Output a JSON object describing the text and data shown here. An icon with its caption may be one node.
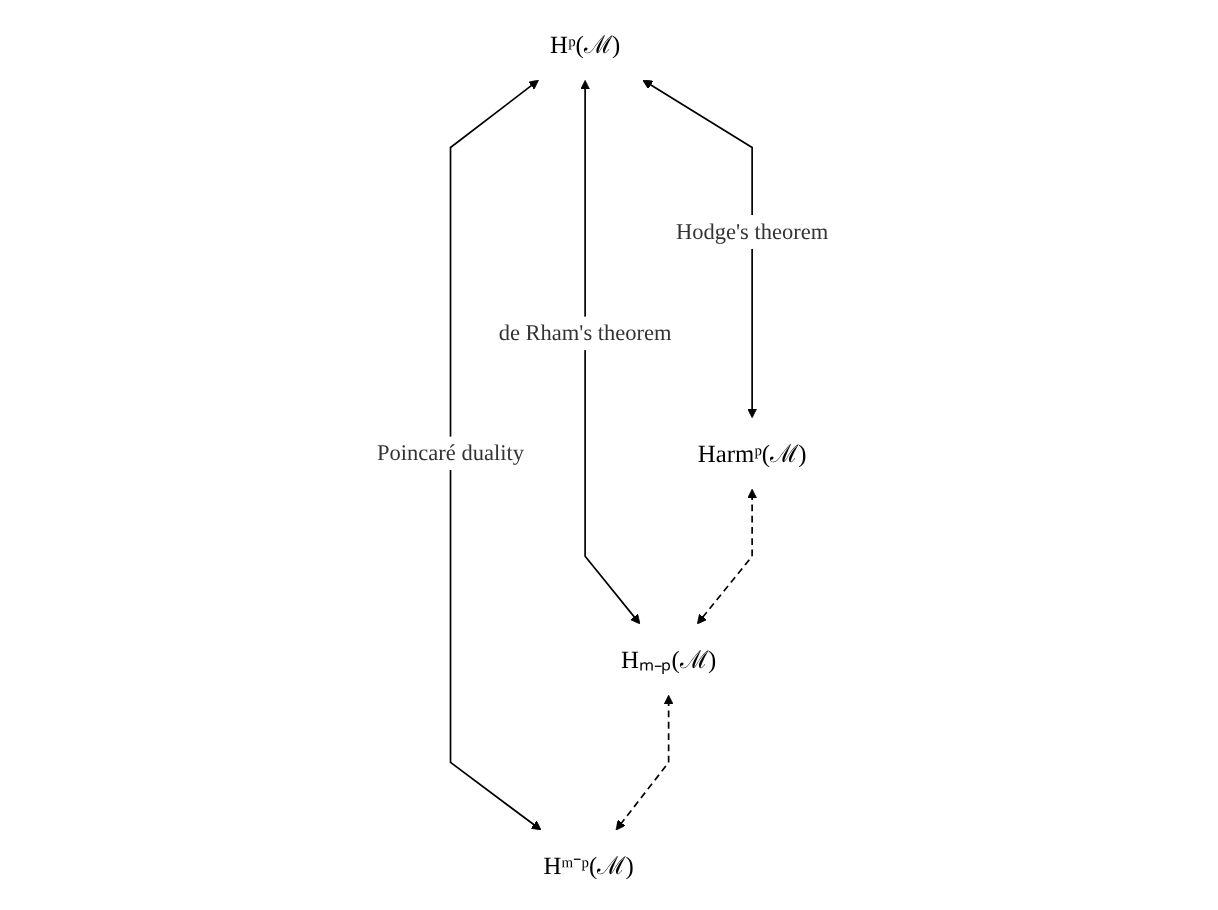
{
  "diagram": {
    "nodes": [
      {
        "text": [
          "Hᵖ(ℳ)"
        ]
      },
      {
        "text": [
          "Hₘ₋ₚ(ℳ)"
        ]
      },
      {
        "text": [
          "Harmᵖ(ℳ)"
        ]
      },
      {
        "text": [
          "Hᵐ⁻ᵖ(ℳ)"
        ]
      }
    ],
    "edges": [
      {
        "from": 0,
        "to": 1,
        "arrow": "both",
        "label": "de Rham's theorem"
      },
      {
        "from": 0,
        "to": 2,
        "arrow": "both",
        "label": "Hodge's theorem"
      },
      {
        "from": 0,
        "to": 3,
        "arrow": "both",
        "label": "Poincaré duality"
      },
      {
        "from": 2,
        "to": 1,
        "arrow": "both",
        "style": "dashed"
      },
      {
        "from": 1,
        "to": 3,
        "arrow": "both",
        "style": "dashed"
      }
    ]
  }
}
